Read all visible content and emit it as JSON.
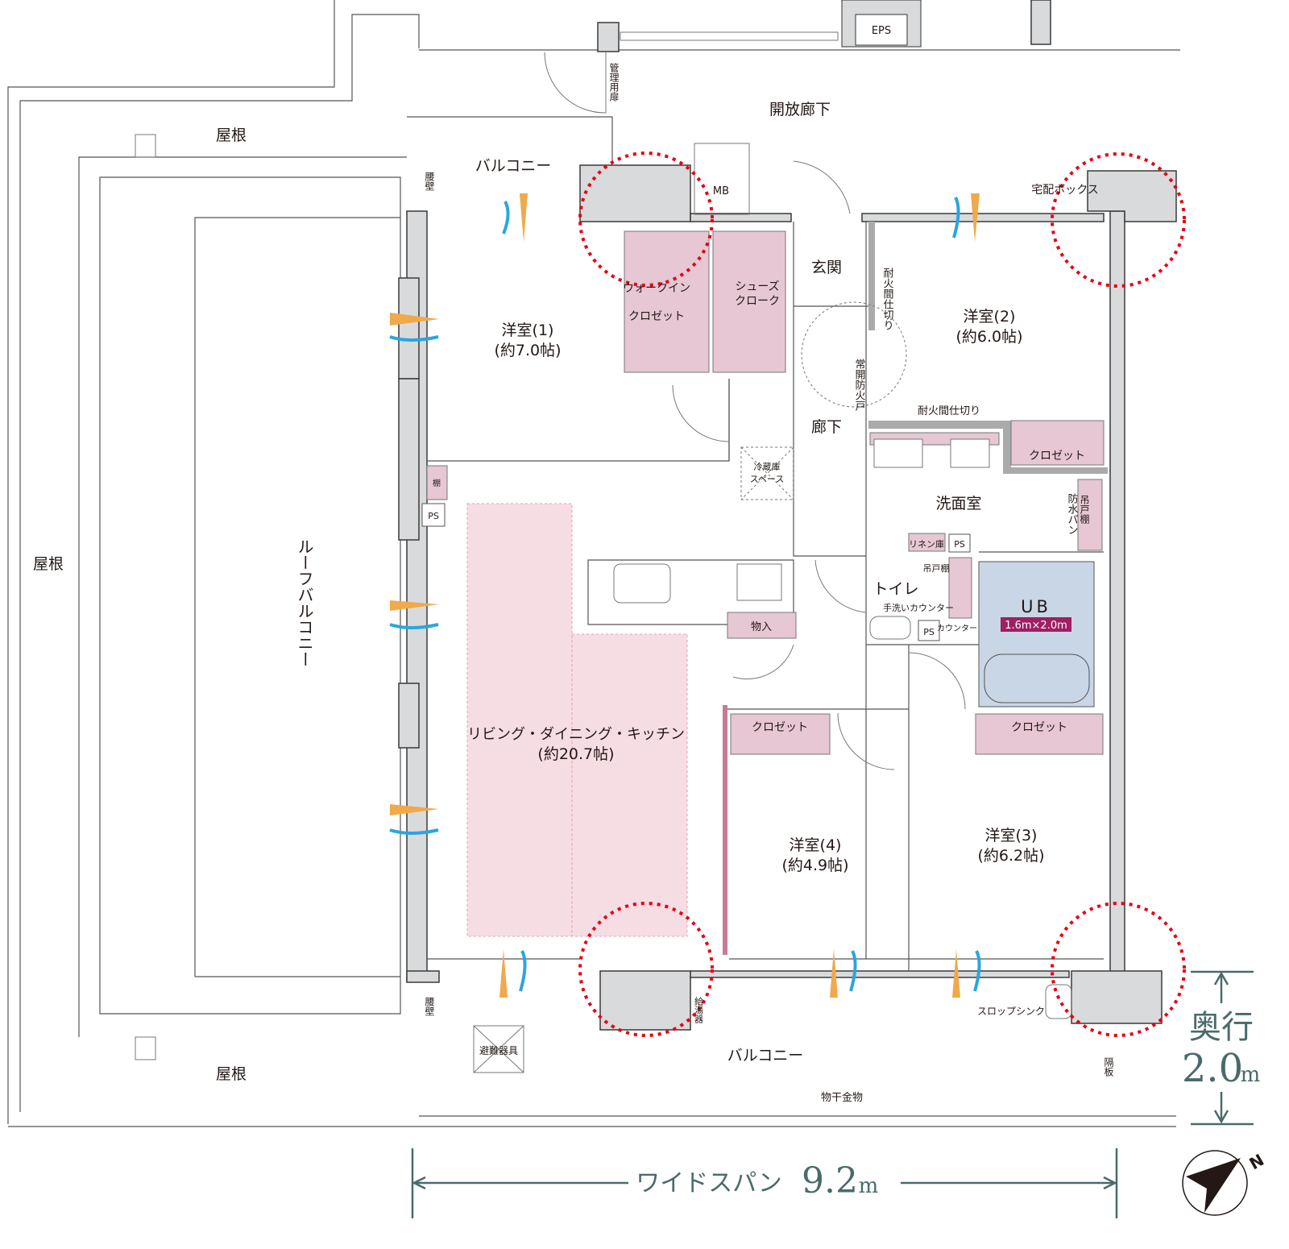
{
  "labels": {
    "roof_top": "屋根",
    "roof_left": "屋根",
    "roof_bottom": "屋根",
    "open_corridor": "開放廊下",
    "eps": "EPS",
    "management_door": "管理用扉",
    "balcony_top": "バルコニー",
    "parapet_top": "腰壁",
    "parapet_bottom": "腰壁",
    "mb": "MB",
    "delivery_box": "宅配ボックス",
    "entrance": "玄関",
    "fire_partition_v": "耐火間仕切り",
    "fire_partition_h": "耐火間仕切り",
    "fire_door": "常開防火戸",
    "room1_name": "洋室(1)",
    "room1_size": "(約7.0帖)",
    "walkin_1": "ウォークイン",
    "walkin_2": "クロゼット",
    "shoes_1": "シューズ",
    "shoes_2": "クローク",
    "room2_name": "洋室(2)",
    "room2_size": "(約6.0帖)",
    "hallway": "廊下",
    "closet_r2": "クロゼット",
    "fridge_1": "冷蔵庫",
    "fridge_2": "スペース",
    "washroom": "洗面室",
    "waterproof_pan": "防水パン",
    "hanging_shelf_1": "吊戸棚",
    "hanging_shelf_2": "吊戸棚",
    "linen": "リネン庫",
    "ps_1": "PS",
    "ps_2": "PS",
    "ps_3": "PS",
    "toilet": "トイレ",
    "hand_wash_counter": "手洗いカウンター",
    "counter": "カウンター",
    "ub": "UB",
    "ub_size": "1.6m×2.0m",
    "shelf": "棚",
    "storage": "物入",
    "ldk_name": "リビング・ダイニング・キッチン",
    "ldk_size": "(約20.7帖)",
    "closet_r4": "クロゼット",
    "closet_r3": "クロゼット",
    "room4_name": "洋室(4)",
    "room4_size": "(約4.9帖)",
    "room3_name": "洋室(3)",
    "room3_size": "(約6.2帖)",
    "roof_balcony": "ルーフバルコニー",
    "balcony_bottom": "バルコニー",
    "evacuation": "避難器具",
    "water_heater": "給湯器",
    "slop_sink": "スロップシンク",
    "partition_board": "隔板",
    "laundry_hanger": "物干金物"
  },
  "dimensions": {
    "depth_label": "奥行",
    "depth_value": "2.0",
    "depth_unit": "m",
    "span_label": "ワイドスパン",
    "span_value": "9.2",
    "span_unit": "m"
  },
  "compass": {
    "north": "N"
  },
  "colors": {
    "closet": "#e6c7d3",
    "bath": "#c9d6e6",
    "wall": "#d9dadb",
    "highlight": "#e60012",
    "dimension": "#4a6a6a"
  }
}
